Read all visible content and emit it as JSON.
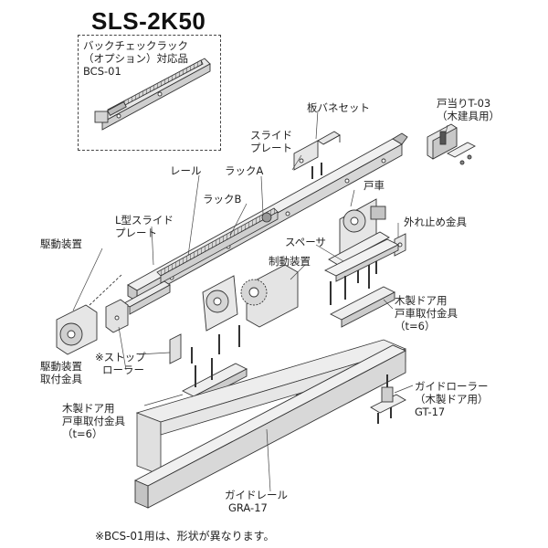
{
  "title": "SLS-2K50",
  "labels": {
    "backcheck_l1": "バックチェックラック",
    "backcheck_l2": "（オプション）対応品",
    "backcheck_l3": "BCS-01",
    "door_stop_l1": "戸当りT-03",
    "door_stop_l2": "（木建具用）",
    "leaf_spring": "板バネセット",
    "slide_plate_l1": "スライド",
    "slide_plate_l2": "プレート",
    "rail": "レール",
    "rack_a": "ラックA",
    "rack_b": "ラックB",
    "door_wheel": "戸車",
    "l_slide_plate_l1": "L型スライド",
    "l_slide_plate_l2": "プレート",
    "derail_stop": "外れ止め金具",
    "drive_unit": "駆動装置",
    "spacer": "スペーサ",
    "brake_unit": "制動装置",
    "wood_door_fit_r_l1": "木製ドア用",
    "wood_door_fit_r_l2": "戸車取付金具",
    "wood_door_fit_r_l3": "（t=6）",
    "stop_roller_l1": "※ストップ",
    "stop_roller_l2": "ローラー",
    "drive_bracket_l1": "駆動装置",
    "drive_bracket_l2": "取付金具",
    "guide_roller_l1": "ガイドローラー",
    "guide_roller_l2": "（木製ドア用）",
    "guide_roller_l3": "GT-17",
    "wood_door_fit_l_l1": "木製ドア用",
    "wood_door_fit_l_l2": "戸車取付金具",
    "wood_door_fit_l_l3": "（t=6）",
    "guide_rail_l1": "ガイドレール",
    "guide_rail_l2": "GRA-17"
  },
  "footnote": "※BCS-01用は、形状が異なります。"
}
